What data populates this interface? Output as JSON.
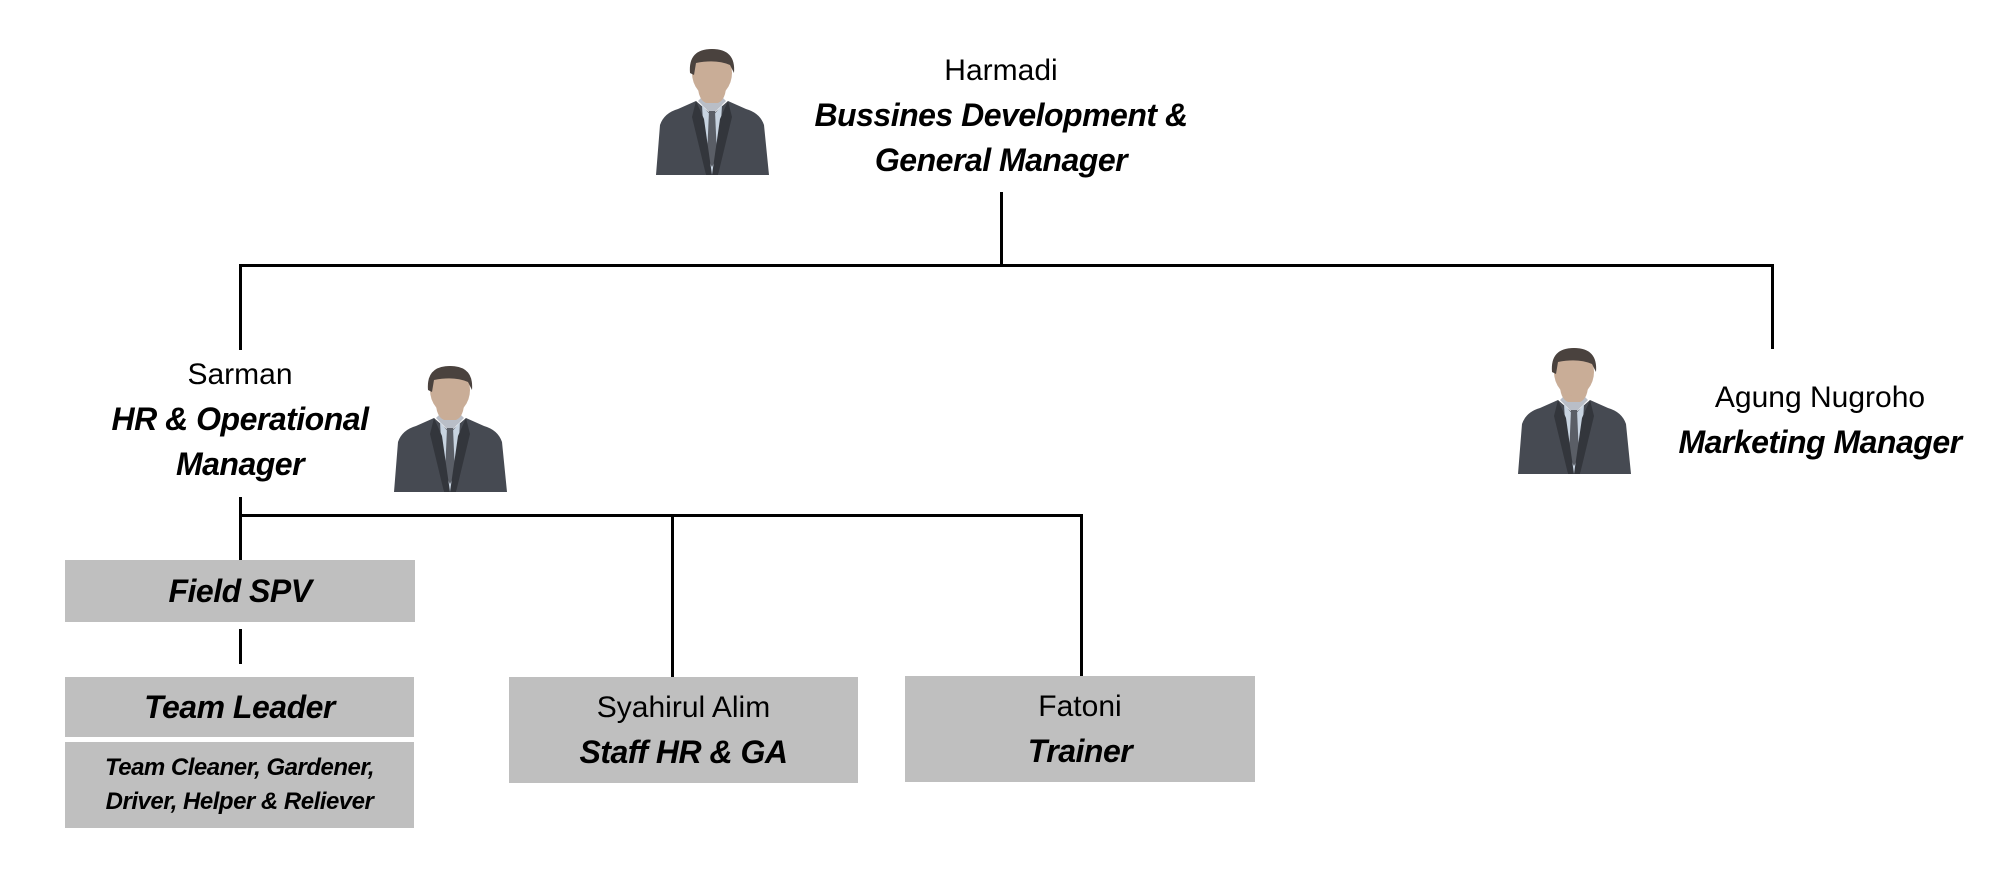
{
  "top": {
    "name": "Harmadi",
    "role_line1": "Bussines Development &",
    "role_line2": "General Manager"
  },
  "hr": {
    "name": "Sarman",
    "role_line1": "HR & Operational",
    "role_line2": "Manager"
  },
  "marketing": {
    "name": "Agung Nugroho",
    "role": "Marketing Manager"
  },
  "field_spv": {
    "role": "Field SPV"
  },
  "team_leader": {
    "role": "Team Leader"
  },
  "team_members": {
    "line1": "Team Cleaner, Gardener,",
    "line2": "Driver, Helper & Reliever"
  },
  "staff_hr": {
    "name": "Syahirul Alim",
    "role": "Staff HR & GA"
  },
  "trainer": {
    "name": "Fatoni",
    "role": "Trainer"
  },
  "colors": {
    "box": "#bfbfbf",
    "suit": "#464a52",
    "skin": "#c9ad97",
    "hair": "#4a423e"
  }
}
